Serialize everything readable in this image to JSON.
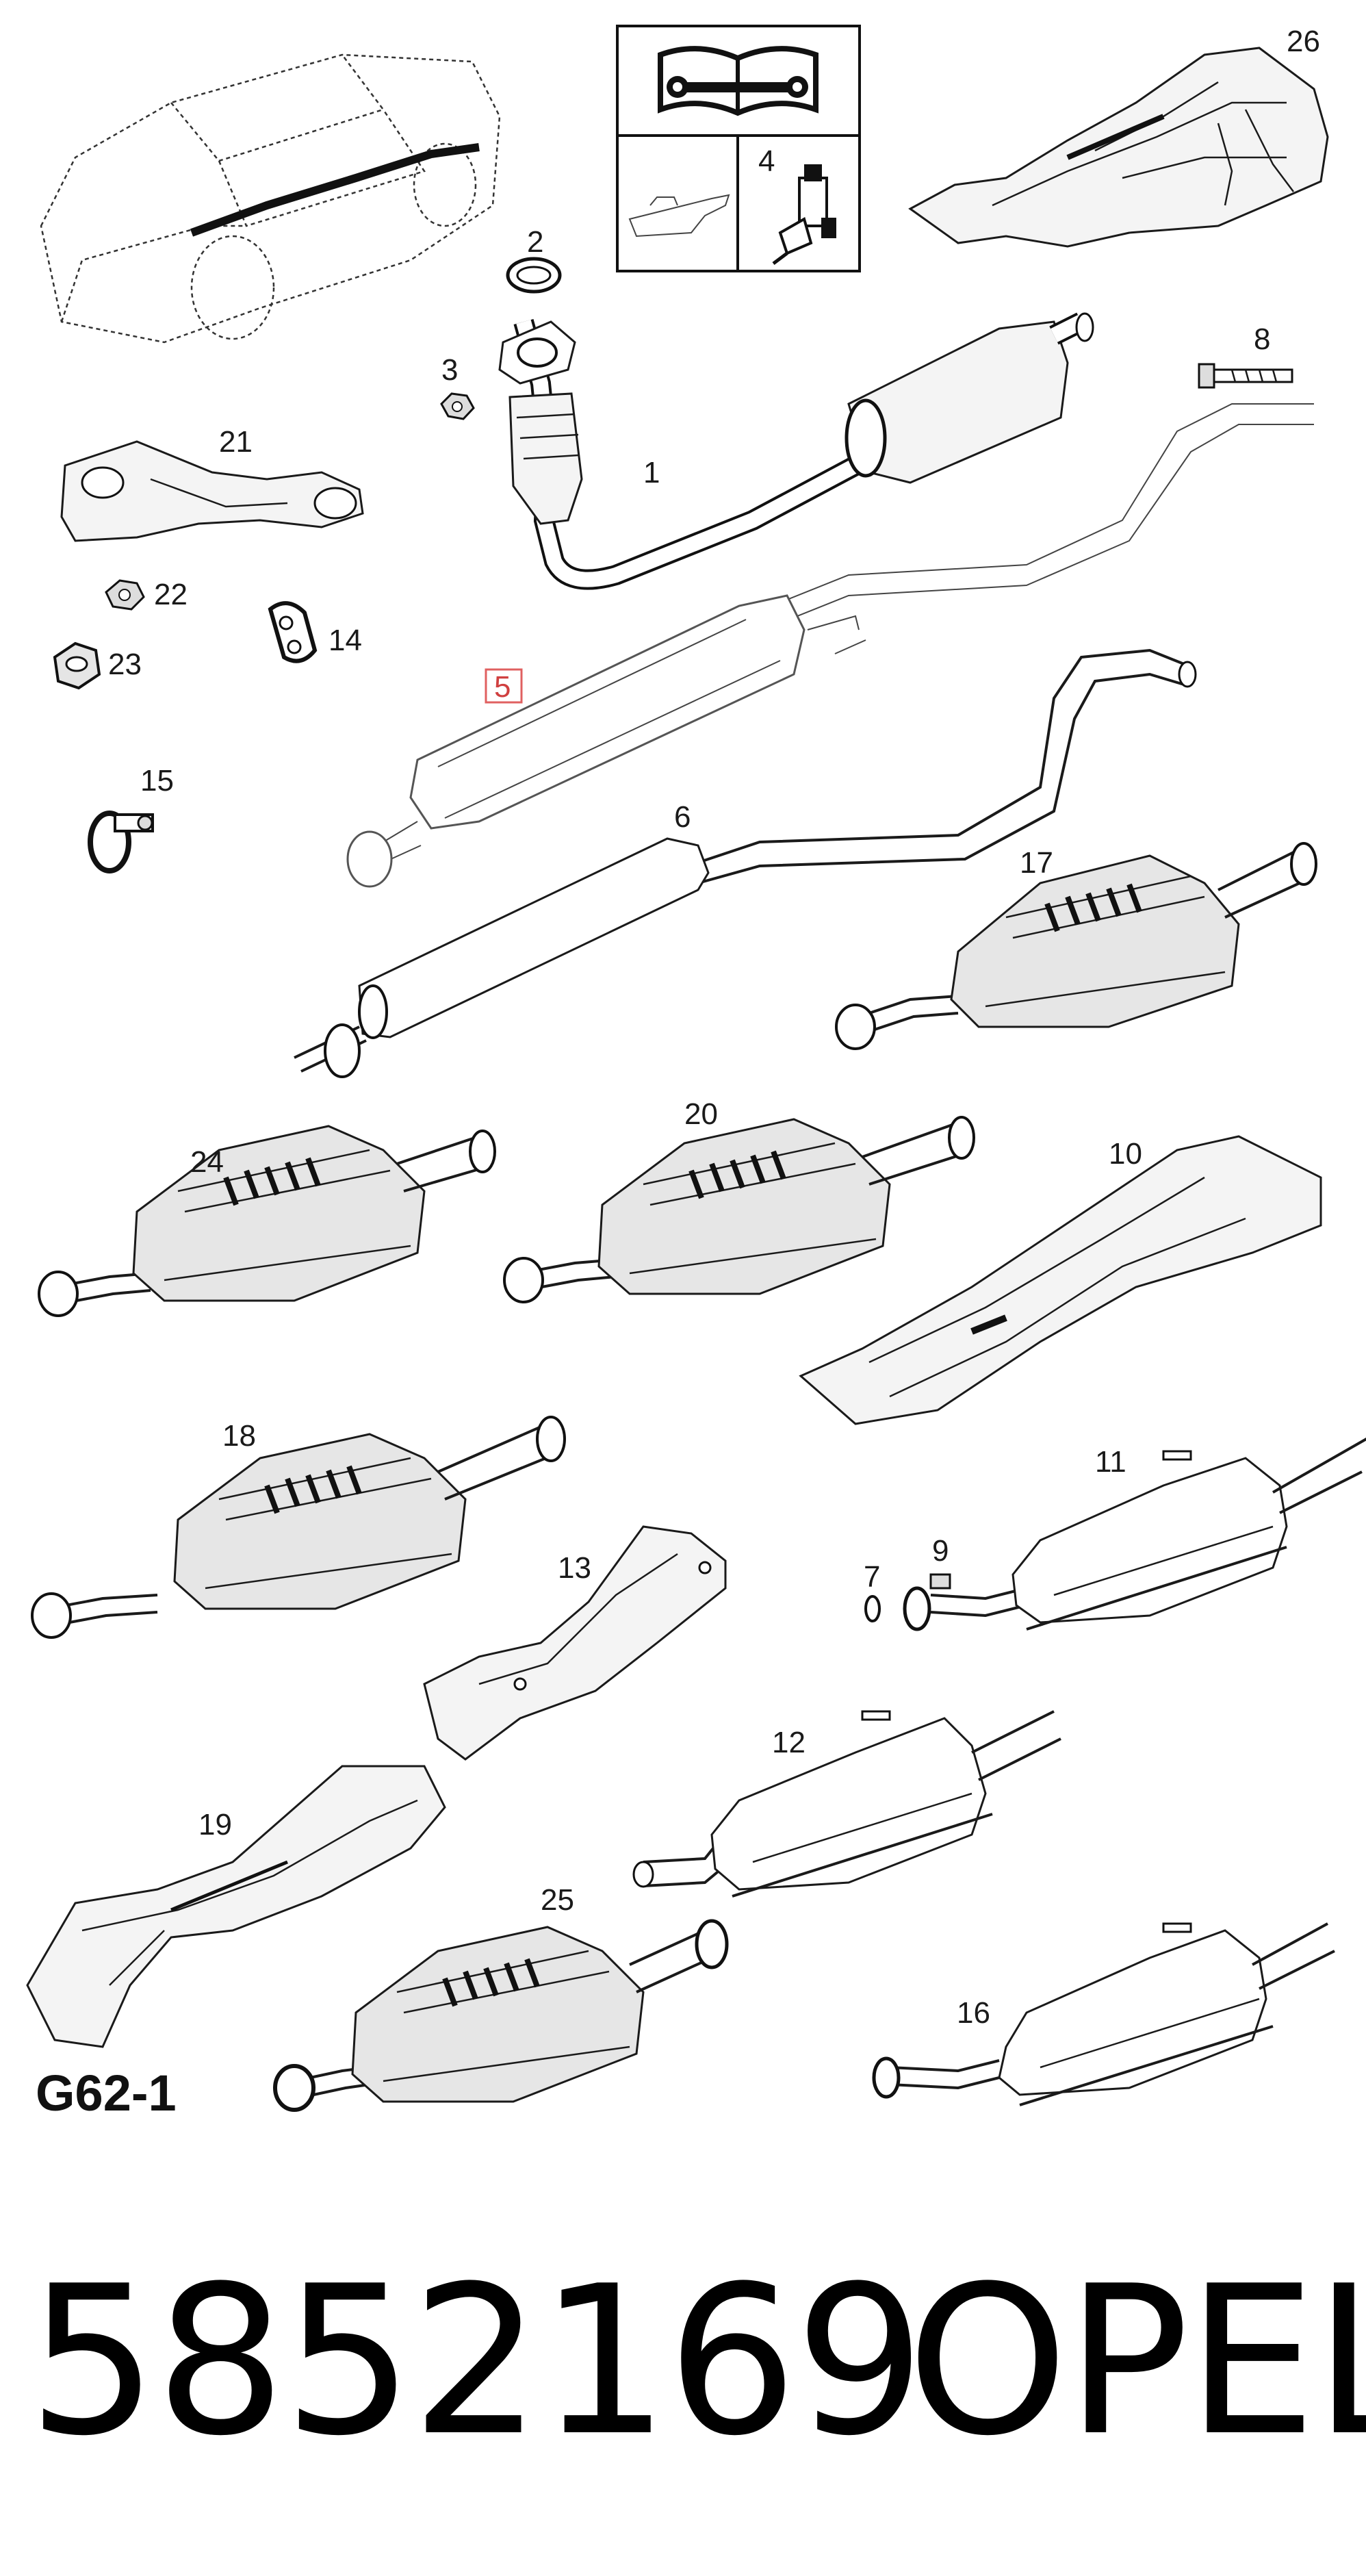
{
  "diagram": {
    "sheet_code": "G62-1",
    "highlight_color": "#e06060",
    "callouts": {
      "p1": "1",
      "p2": "2",
      "p3": "3",
      "p4": "4",
      "p5": "5",
      "p6": "6",
      "p7": "7",
      "p8": "8",
      "p9": "9",
      "p10": "10",
      "p11": "11",
      "p12": "12",
      "p13": "13",
      "p14": "14",
      "p15": "15",
      "p16": "16",
      "p17": "17",
      "p18": "18",
      "p19": "19",
      "p20": "20",
      "p21": "21",
      "p22": "22",
      "p23": "23",
      "p24": "24",
      "p25": "25",
      "p26": "26"
    },
    "highlighted_callout": "5",
    "icons": [
      "car-outline-icon",
      "repair-manual-icon",
      "oil-can-icon",
      "sensor-icon"
    ]
  },
  "footer": {
    "part_number": "5852169",
    "brand": "OPEL"
  }
}
